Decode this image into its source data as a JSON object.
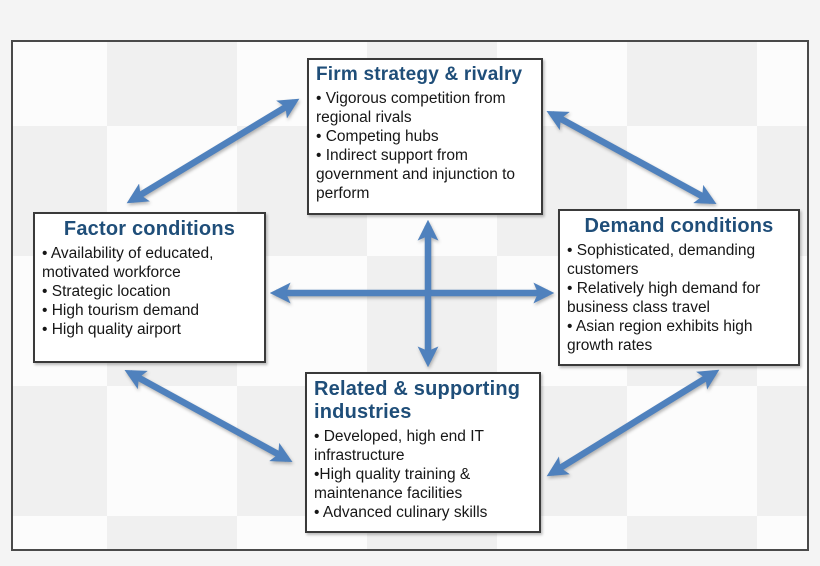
{
  "boxes": {
    "firm": {
      "title": "Firm strategy & rivalry",
      "bullets": [
        "• Vigorous competition from regional rivals",
        "• Competing hubs",
        "• Indirect support from government and injunction to perform"
      ]
    },
    "factor": {
      "title": "Factor conditions",
      "bullets": [
        "• Availability of educated, motivated workforce",
        "• Strategic location",
        "• High tourism demand",
        "• High quality airport"
      ]
    },
    "demand": {
      "title": "Demand conditions",
      "bullets": [
        "• Sophisticated, demanding customers",
        "• Relatively high demand for business class travel",
        "• Asian region exhibits high growth rates"
      ]
    },
    "related": {
      "title": "Related & supporting industries",
      "bullets": [
        "• Developed, high end IT infrastructure",
        "•High quality training & maintenance facilities",
        "• Advanced culinary skills"
      ]
    }
  },
  "colors": {
    "arrow": "#4f81bd",
    "title": "#1f4e79",
    "border": "#3a3a3a",
    "frame": "#4a4a4a",
    "text": "#161616",
    "page_background": "#f4f4f4",
    "box_background": "#ffffff"
  }
}
